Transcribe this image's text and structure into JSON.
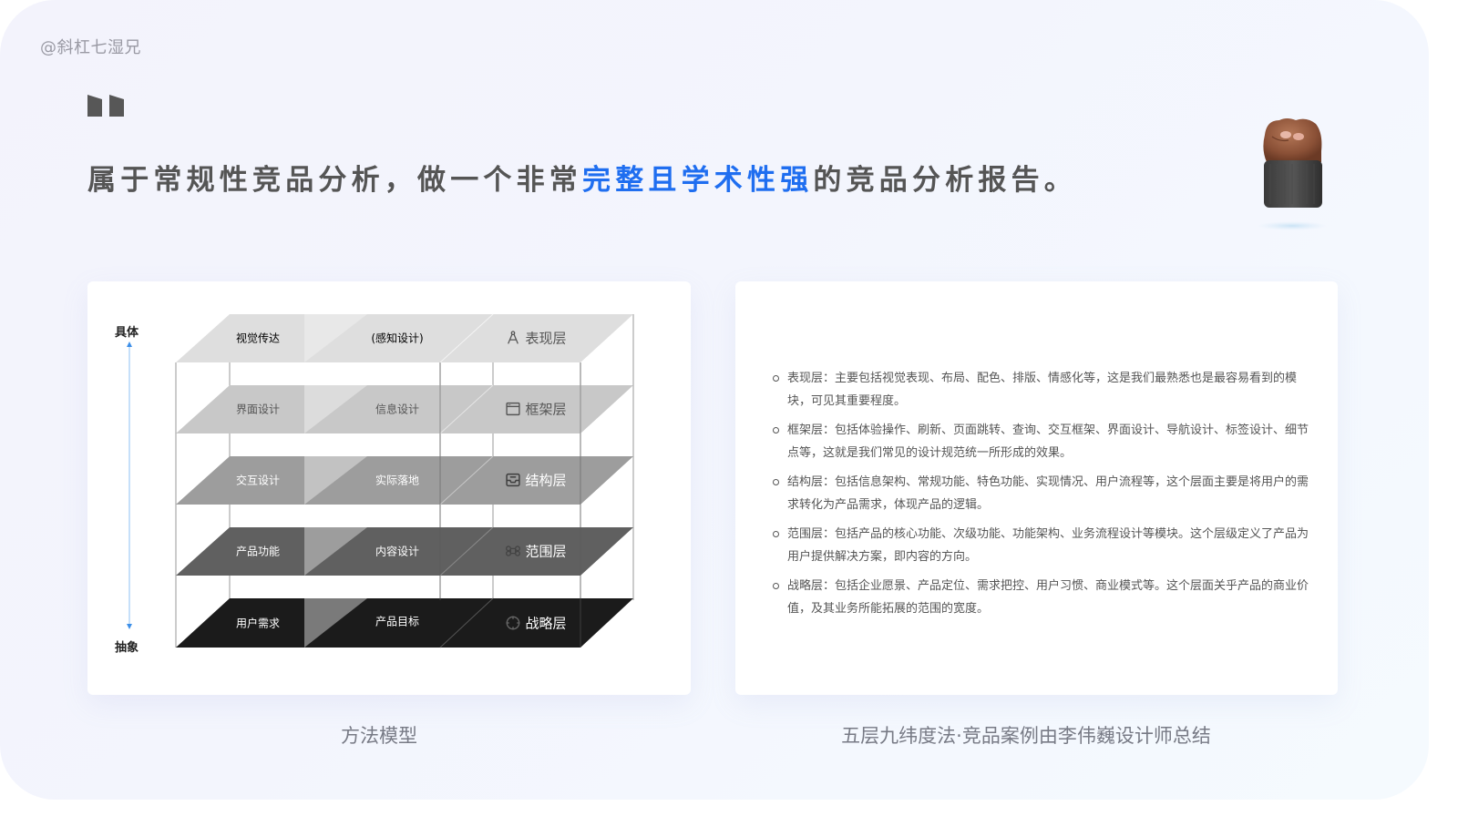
{
  "watermark": "@斜杠七湿兄",
  "headline": {
    "before": "属于常规性竞品分析，做一个非常",
    "highlight": "完整且学术性强",
    "after": "的竞品分析报告。",
    "highlight_color": "#1f6ef0",
    "text_color": "#555555"
  },
  "decor": {
    "quote_icon": "quote-mark-icon",
    "sticker": "raised-fist-icon"
  },
  "diagram": {
    "axis_top": "具体",
    "axis_bottom": "抽象",
    "axis_color": "#5aa2f0",
    "layers": [
      {
        "left": "视觉传达",
        "middle": "(感知设计)",
        "name": "表现层",
        "icon": "compass-icon",
        "fill": "#dedede",
        "text_color": "#555555"
      },
      {
        "left": "界面设计",
        "middle": "信息设计",
        "name": "框架层",
        "icon": "window-icon",
        "fill": "#c8c8c8",
        "text_color": "#555555"
      },
      {
        "left": "交互设计",
        "middle": "实际落地",
        "name": "结构层",
        "icon": "inbox-icon",
        "fill": "#9d9d9d",
        "text_color": "#ffffff"
      },
      {
        "left": "产品功能",
        "middle": "内容设计",
        "name": "范围层",
        "icon": "command-icon",
        "fill": "#606060",
        "text_color": "#ffffff"
      },
      {
        "left": "用户需求",
        "middle": "产品目标",
        "name": "战略层",
        "icon": "target-icon",
        "fill": "#1b1b1b",
        "text_color": "#ffffff"
      }
    ]
  },
  "description": {
    "items": [
      "表现层：主要包括视觉表现、布局、配色、排版、情感化等，这是我们最熟悉也是最容易看到的模块，可见其重要程度。",
      "框架层：包括体验操作、刷新、页面跳转、查询、交互框架、界面设计、导航设计、标签设计、细节点等，这就是我们常见的设计规范统一所形成的效果。",
      "结构层：包括信息架构、常规功能、特色功能、实现情况、用户流程等，这个层面主要是将用户的需求转化为产品需求，体现产品的逻辑。",
      "范围层：包括产品的核心功能、次级功能、功能架构、业务流程设计等模块。这个层级定义了产品为用户提供解决方案，即内容的方向。",
      "战略层：包括企业愿景、产品定位、需求把控、用户习惯、商业模式等。这个层面关乎产品的商业价值，及其业务所能拓展的范围的宽度。"
    ]
  },
  "captions": {
    "left": "方法模型",
    "right": "五层九纬度法·竞品案例由李伟巍设计师总结"
  }
}
